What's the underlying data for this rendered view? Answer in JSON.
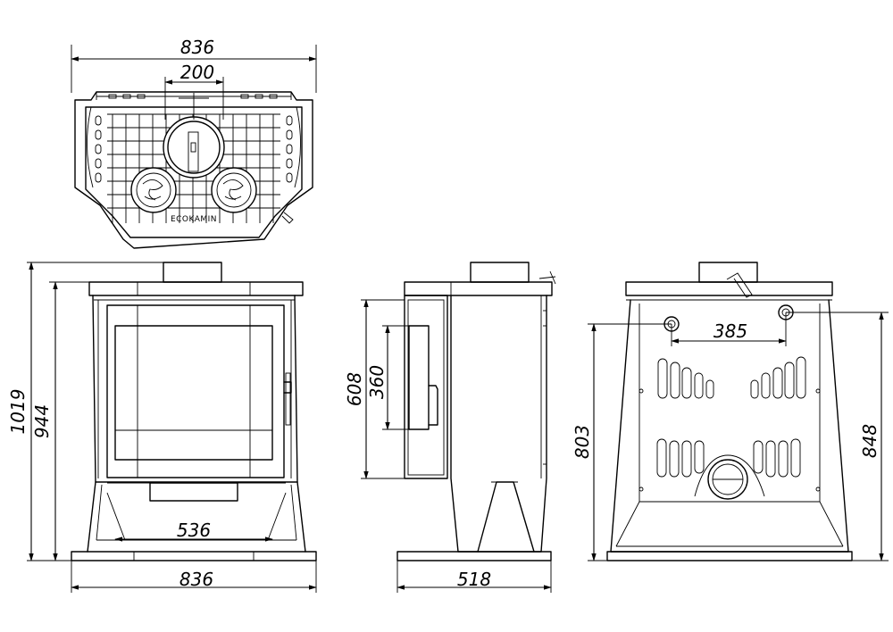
{
  "brand": "ECOKAMIN",
  "dimensions": {
    "top_width": "836",
    "top_flue": "200",
    "front_total_height": "1019",
    "front_body_height": "944",
    "front_glass_width": "536",
    "front_base_width": "836",
    "side_door_height": "608",
    "side_glass_height": "360",
    "side_depth": "518",
    "rear_flue_spacing": "385",
    "rear_height_left": "803",
    "rear_height_right": "848"
  },
  "colors": {
    "line": "#000000",
    "background": "#ffffff"
  }
}
